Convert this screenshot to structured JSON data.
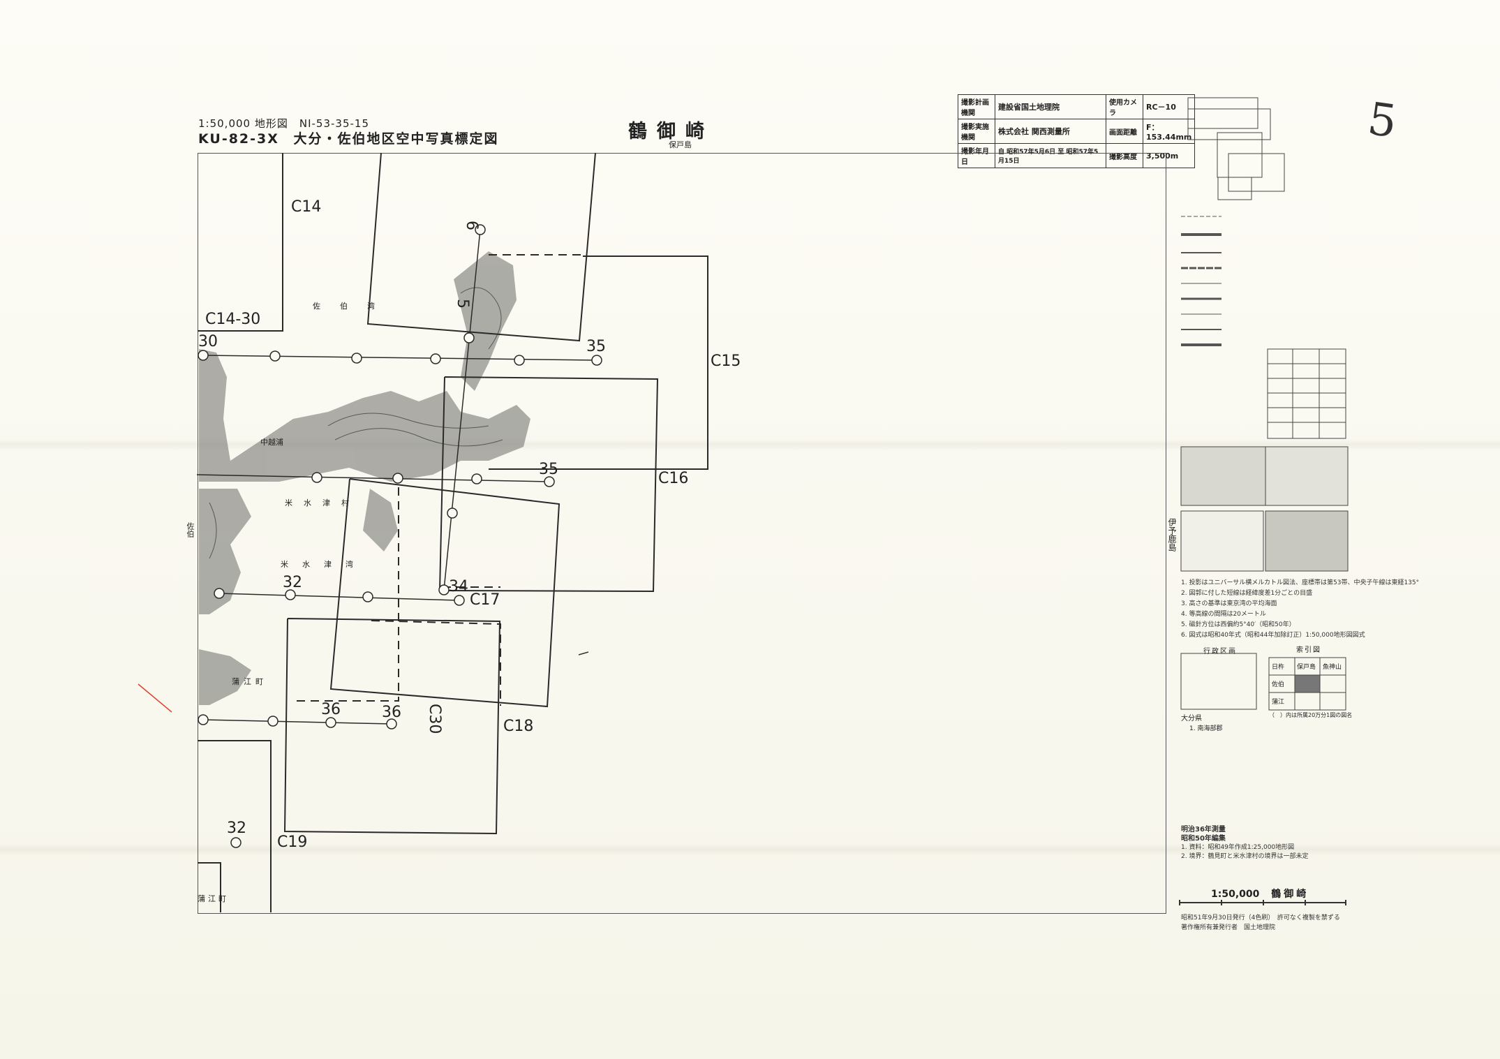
{
  "header": {
    "series": "1:50,000 地形図　NI-53-35-15",
    "code": "KU-82-3X",
    "area_title": "大分・佐伯地区空中写真標定図",
    "sheet_name": "鶴御崎",
    "adjacent": "保戸島"
  },
  "handwritten": "5",
  "info_table": {
    "r1": [
      "撮影計画機関",
      "建設省国土地理院",
      "使用カメラ",
      "RC－10"
    ],
    "r2": [
      "撮影実施機関",
      "株式会社 関西測量所",
      "画面距離",
      "F：153.44mm"
    ],
    "r3": [
      "撮影年月日",
      "自 昭和57年5月6日 至 昭和57年5月15日",
      "撮影高度",
      "3,500m"
    ]
  },
  "courses": {
    "c14": "C14",
    "c14_30": "C14-30",
    "c15": "C15",
    "c16": "C16",
    "c17": "C17",
    "c18": "C18",
    "c19": "C19",
    "c30": "C30"
  },
  "photo_numbers": {
    "n6": "6",
    "n5": "5",
    "n30": "30",
    "n35a": "35",
    "n35b": "35",
    "n32a": "32",
    "n34": "34",
    "n36a": "36",
    "n36b": "36",
    "n32b": "32"
  },
  "places": {
    "saeki_wan": "佐伯湾",
    "yonouzu": "米水津村",
    "yonouzu_wan": "米水津湾",
    "kamae": "蒲江町",
    "kamae2": "蒲江町",
    "saeki": "佐伯",
    "nakakoshi": "中越浦",
    "iyo": "伊予鹿島"
  },
  "notes": [
    "1. 投影はユニバーサル横メルカトル図法、座標帯は第53帯、中央子午線は東経135°",
    "2. 図郭に付した短線は経緯度差1分ごとの目盛",
    "3. 高さの基準は東京湾の平均海面",
    "4. 等高線の間隔は20メートル",
    "5. 磁針方位は西偏約5°40′（昭和50年）",
    "6. 図式は昭和40年式（昭和44年加除訂正）1:50,000地形図図式"
  ],
  "admin_title": "行政区画",
  "index_title": "索引図",
  "oita": "大分県",
  "oita_sub": "1. 南海部郡",
  "index_cells": [
    "日杵",
    "保戸島",
    "魚神山",
    "佐伯",
    "",
    "",
    "蒲江",
    "",
    ""
  ],
  "index_note": "（　）内は所属20万分1図の図名",
  "survey": [
    "明治36年測量",
    "昭和50年編集"
  ],
  "survey_notes": [
    "1. 資料：昭和49年作成1:25,000地形図",
    "2. 境界：鶴見町と米水津村の境界は一部未定"
  ],
  "scale": "1:50,000",
  "scale_name": "鶴御崎",
  "publication": [
    "昭和51年9月30日発行（4色刷）　許可なく複製を禁ずる",
    "著作権所有兼発行者　国土地理院"
  ],
  "colors": {
    "line": "#2a2a2a",
    "paper": "#fbfaf3",
    "red_mark": "#e04030"
  }
}
